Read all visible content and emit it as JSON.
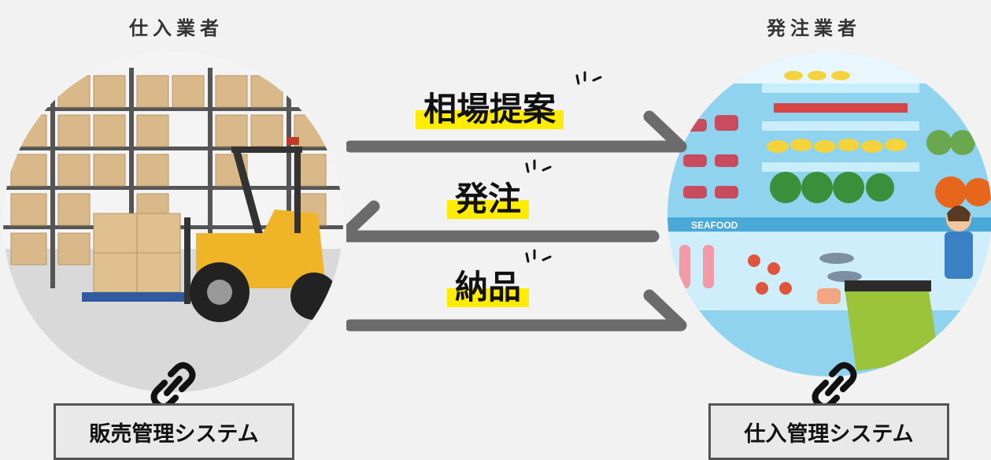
{
  "left_party": {
    "title": "仕入業者",
    "system": "販売管理システム"
  },
  "right_party": {
    "title": "発注業者",
    "system": "仕入管理システム"
  },
  "flows": [
    {
      "label": "相場提案",
      "direction": "right"
    },
    {
      "label": "発注",
      "direction": "left"
    },
    {
      "label": "納品",
      "direction": "right"
    }
  ],
  "illustrations": {
    "right_sign": "SEAFOOD"
  },
  "colors": {
    "highlight": "#ffec00",
    "arrow": "#6b6b6b",
    "background": "#f2f2f2"
  }
}
